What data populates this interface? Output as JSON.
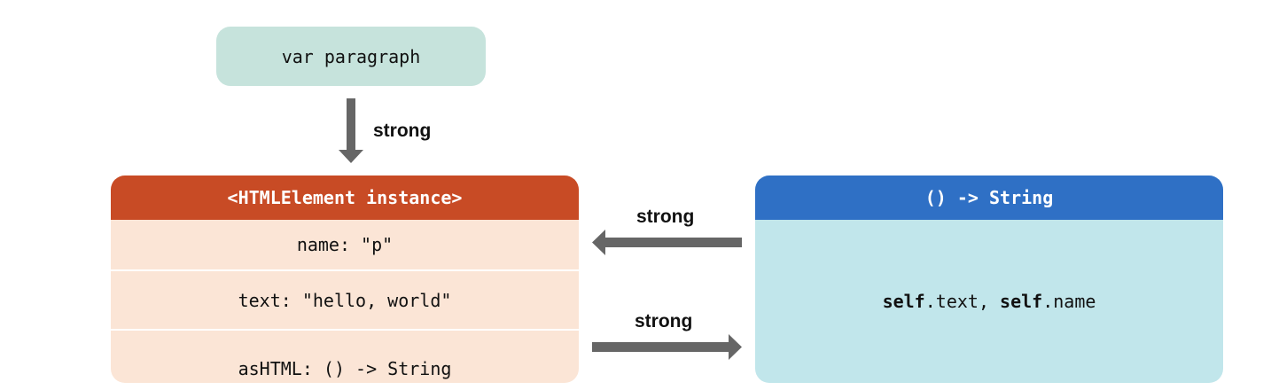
{
  "variable": {
    "label": "var paragraph"
  },
  "edges": {
    "var_to_instance": "strong",
    "closure_to_instance": "strong",
    "instance_to_closure": "strong"
  },
  "instance": {
    "header": "<HTMLElement instance>",
    "properties": [
      "name: \"p\"",
      "text: \"hello, world\"",
      "asHTML: () -> String"
    ]
  },
  "closure": {
    "header": "() -> String",
    "body": {
      "kw1": "self",
      "part1": ".text, ",
      "kw2": "self",
      "part2": ".name"
    }
  },
  "colors": {
    "variable_fill": "#c6e3dc",
    "instance_header": "#c84b25",
    "instance_fill": "#fbe5d6",
    "closure_header": "#2f70c5",
    "closure_fill": "#c1e6eb",
    "arrow": "#666666"
  }
}
